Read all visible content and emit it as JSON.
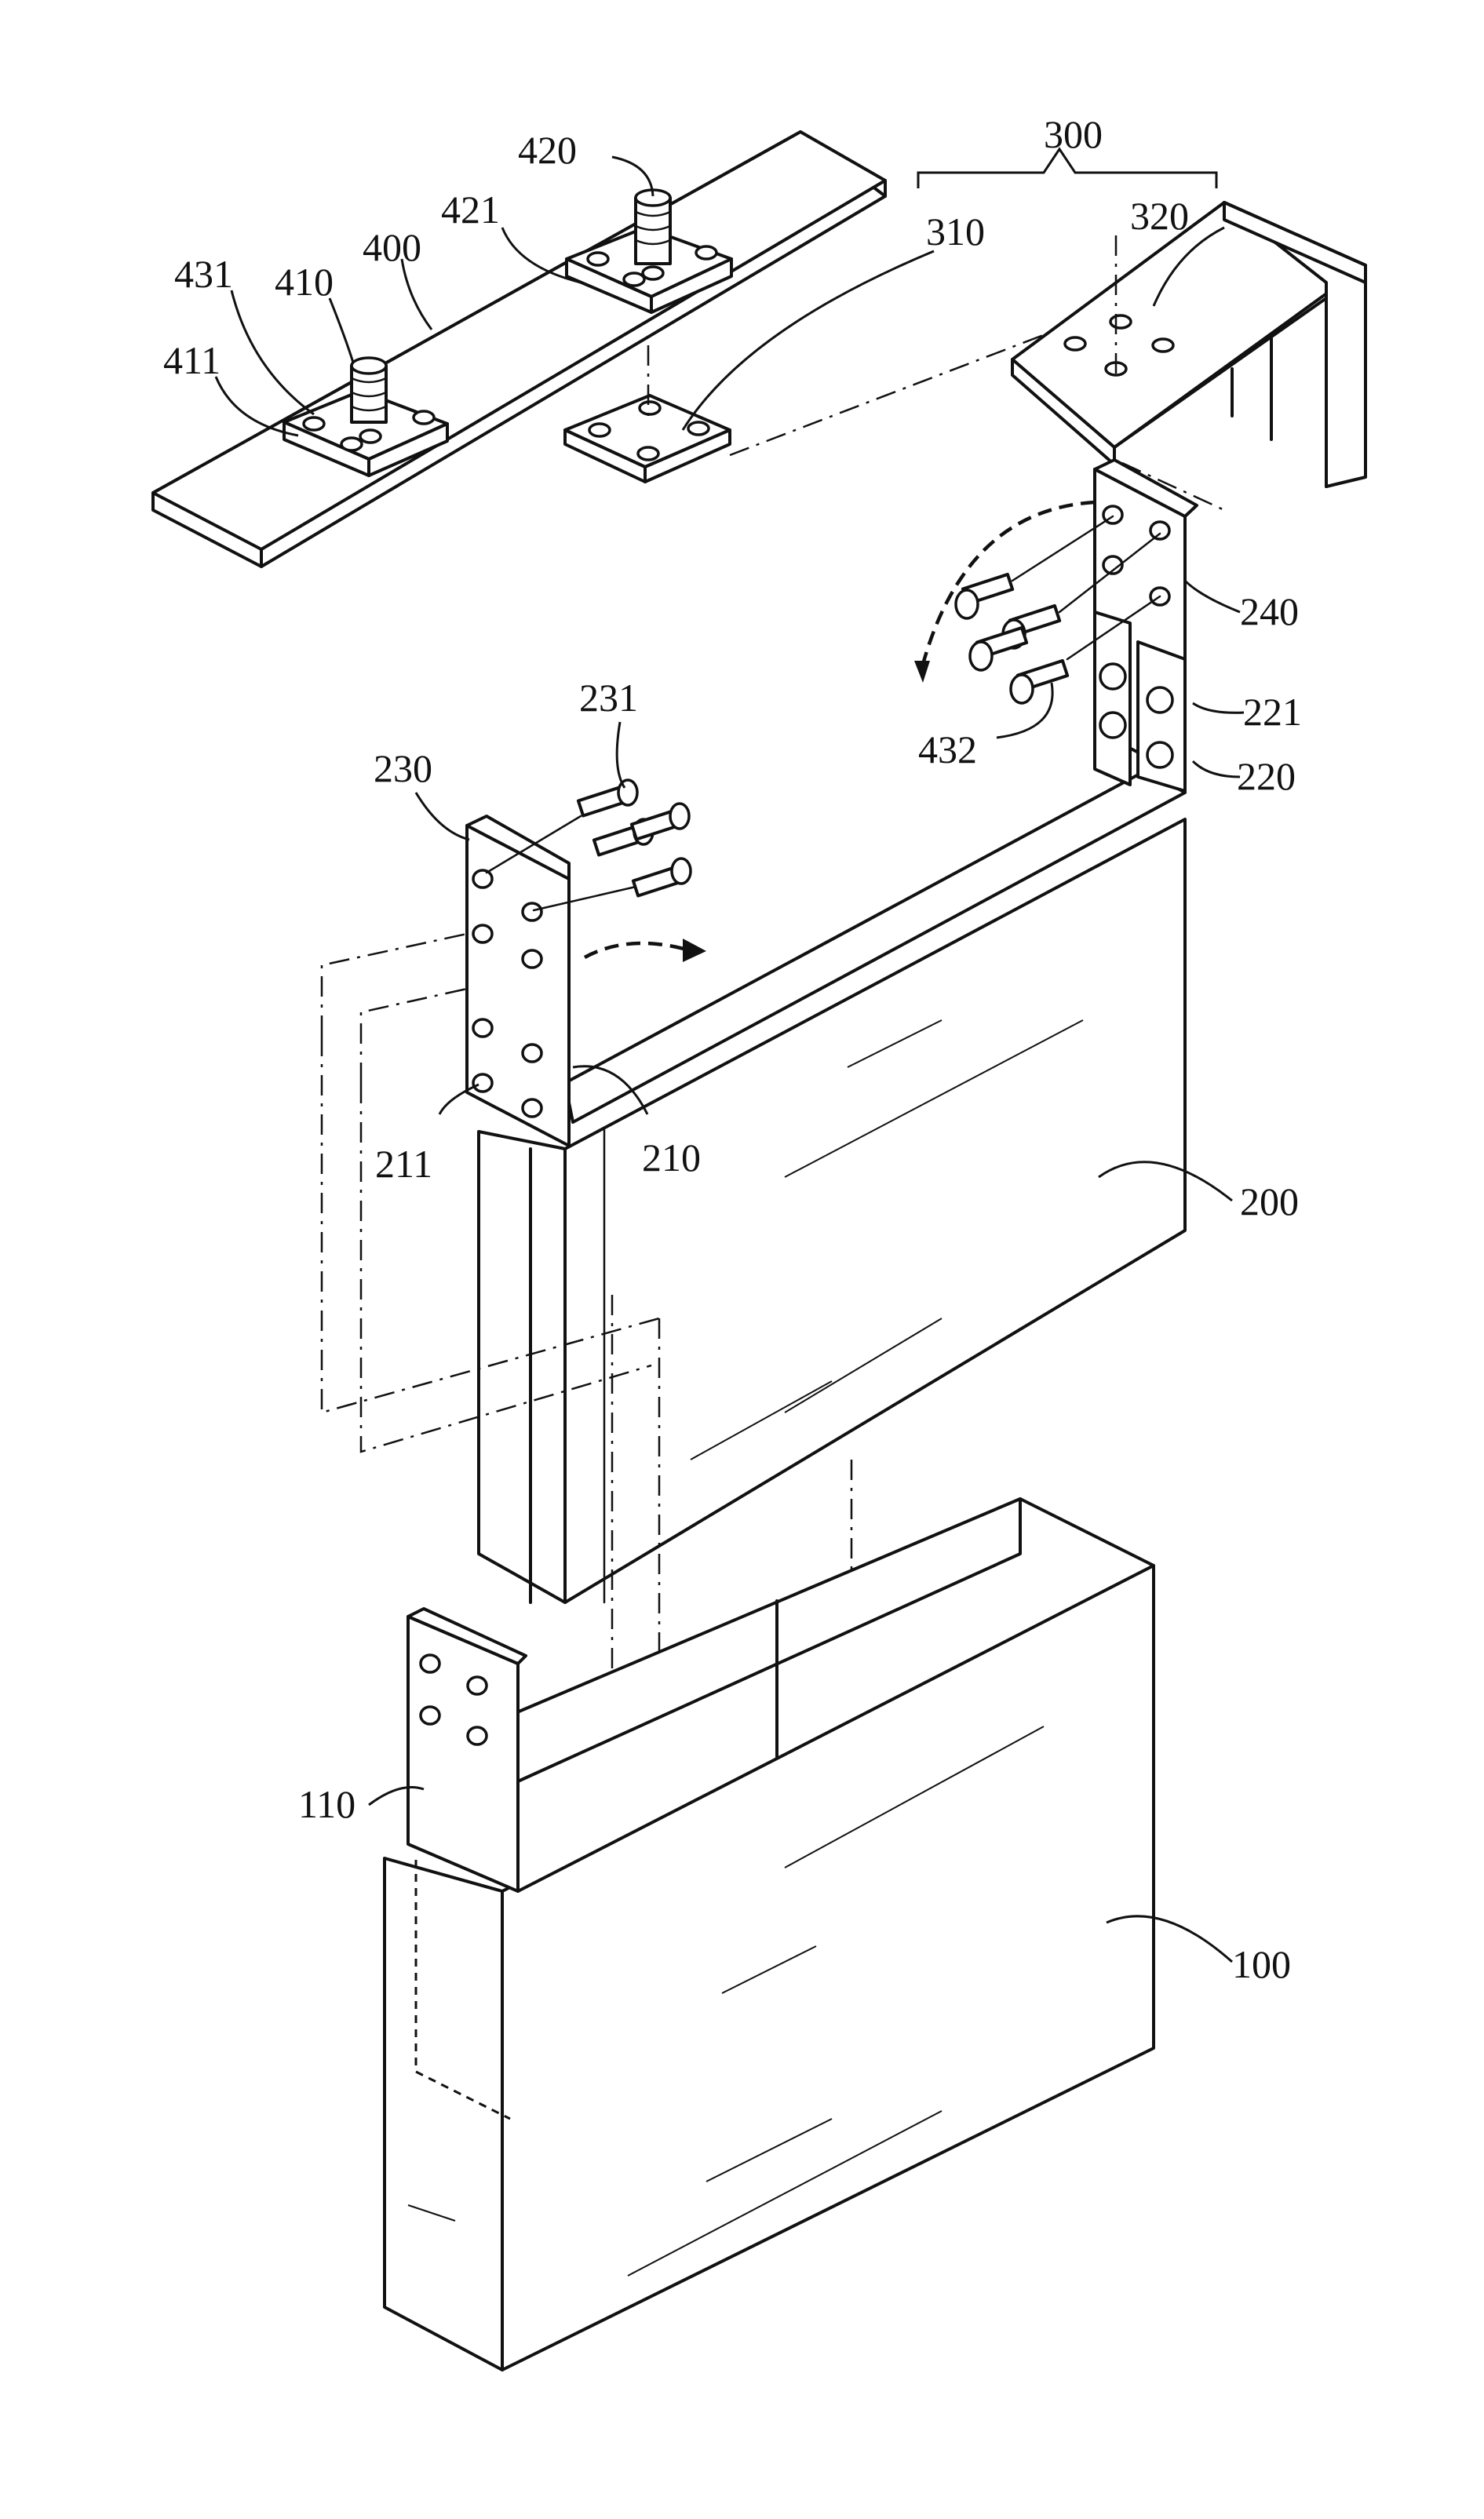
{
  "figure": {
    "labels": {
      "l100": "100",
      "l110": "110",
      "l200": "200",
      "l210": "210",
      "l211": "211",
      "l220": "220",
      "l221": "221",
      "l230": "230",
      "l231": "231",
      "l240": "240",
      "l300": "300",
      "l310": "310",
      "l320": "320",
      "l400": "400",
      "l410": "410",
      "l411": "411",
      "l420": "420",
      "l421": "421",
      "l431": "431",
      "l432": "432"
    }
  }
}
